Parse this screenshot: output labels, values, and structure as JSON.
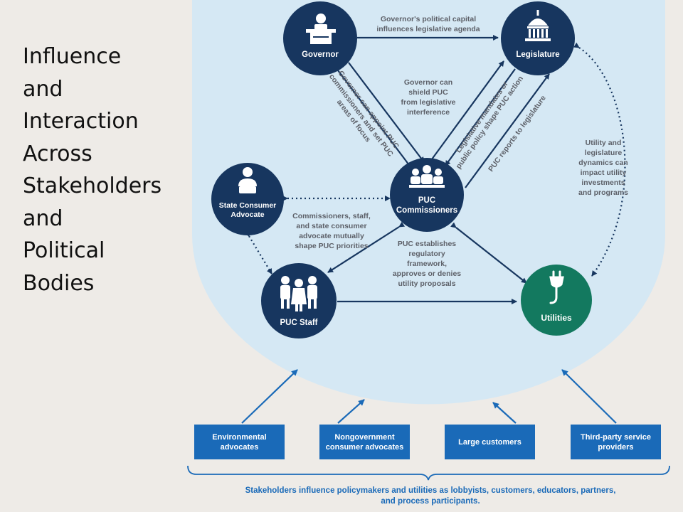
{
  "title_lines": [
    "Influence",
    "and",
    "Interaction",
    "Across",
    "Stakeholders",
    "and",
    "Political",
    "Bodies"
  ],
  "nodes": {
    "governor": "Governor",
    "legislature": "Legislature",
    "puc_commissioners": [
      "PUC",
      "Commissioners"
    ],
    "state_consumer_advocate": [
      "State Consumer",
      "Advocate"
    ],
    "puc_staff": "PUC Staff",
    "utilities": "Utilities"
  },
  "annotations": {
    "gov_leg": [
      "Governor's political capital",
      "influences legislative agenda"
    ],
    "gov_shield": [
      "Governor can",
      "shield PUC",
      "from legislative",
      "interference"
    ],
    "gov_appoint": [
      "Governor can appoint PUC",
      "commissioners and set PUC",
      "areas of focus"
    ],
    "leg_mandates": [
      "Legislative mandates or",
      "public policy shape PUC action"
    ],
    "puc_reports": "PUC reports to legislature",
    "utility_leg": [
      "Utility and",
      "legislature",
      "dynamics can",
      "impact utility",
      "investments",
      "and programs"
    ],
    "mutual": [
      "Commissioners, staff,",
      "and state consumer",
      "advocate mutually",
      "shape PUC priorities"
    ],
    "framework": [
      "PUC establishes",
      "regulatory",
      "framework,",
      "approves or denies",
      "utility proposals"
    ]
  },
  "stakeholders": [
    [
      "Environmental",
      "advocates"
    ],
    [
      "Nongovernment",
      "consumer advocates"
    ],
    [
      "Large customers"
    ],
    [
      "Third-party service",
      "providers"
    ]
  ],
  "footer_lines": [
    "Stakeholders influence policymakers and utilities as lobbyists, customers, educators, partners,",
    "and process participants."
  ],
  "colors": {
    "background": "#eeebe7",
    "panel": "#d5e8f4",
    "node": "#17365f",
    "utilities": "#13795f",
    "stakeholder_box": "#1a6ab8",
    "annotation": "#5d6068"
  },
  "icons": {
    "governor": "podium-person-icon",
    "legislature": "capitol-dome-icon",
    "puc_commissioners": "group-icon",
    "state_consumer_advocate": "person-icon",
    "puc_staff": "team-icon",
    "utilities": "plug-icon"
  }
}
